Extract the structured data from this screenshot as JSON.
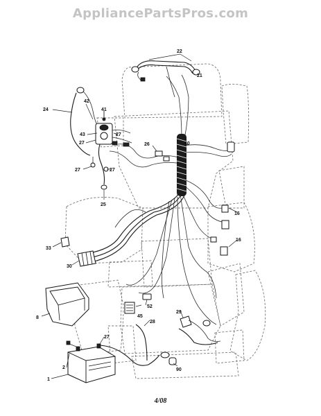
{
  "watermark": "AppliancePartsPros.com",
  "footer_date": "4/08",
  "callouts": {
    "c1": "1",
    "c2": "2",
    "c8": "8",
    "c16a": "16",
    "c16b": "16",
    "c21": "21",
    "c22": "22",
    "c24": "24",
    "c25": "25",
    "c26": "26",
    "c27a": "27",
    "c27b": "27",
    "c27c": "27",
    "c27d": "27",
    "c27e": "27",
    "c28": "28",
    "c29": "29",
    "c30": "30",
    "c33": "33",
    "c40": "40",
    "c41": "41",
    "c42": "42",
    "c43": "43",
    "c45": "45",
    "c52": "52",
    "c90": "90"
  }
}
